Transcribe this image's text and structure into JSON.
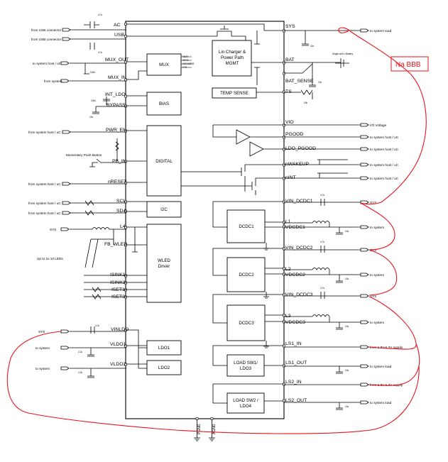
{
  "chip_pins_left": [
    {
      "id": "ac",
      "label": "AC"
    },
    {
      "id": "usb",
      "label": "USB"
    },
    {
      "id": "mux_out",
      "label": "MUX_OUT"
    },
    {
      "id": "mux_in",
      "label": "MUX_IN"
    },
    {
      "id": "int_ldo",
      "label": "INT_LDO"
    },
    {
      "id": "bypass",
      "label": "BYPASS"
    },
    {
      "id": "pwr_en",
      "label": "PWR_EN"
    },
    {
      "id": "pb_in",
      "label": "PB_IN"
    },
    {
      "id": "nreset",
      "label": "nRESET"
    },
    {
      "id": "scl",
      "label": "SCL"
    },
    {
      "id": "sda",
      "label": "SDA"
    },
    {
      "id": "l4",
      "label": "L4"
    },
    {
      "id": "fb_wled",
      "label": "FB_WLED"
    },
    {
      "id": "isink1",
      "label": "ISINK1"
    },
    {
      "id": "isink2",
      "label": "ISINK2"
    },
    {
      "id": "iset1",
      "label": "ISET1"
    },
    {
      "id": "iset2",
      "label": "ISET2"
    },
    {
      "id": "vinldo",
      "label": "VINLDO"
    },
    {
      "id": "vldo1",
      "label": "VLDO1"
    },
    {
      "id": "vldo2",
      "label": "VLDO2"
    }
  ],
  "chip_pins_right": [
    {
      "id": "sys",
      "label": "SYS"
    },
    {
      "id": "bat",
      "label": "BAT"
    },
    {
      "id": "bat_sense",
      "label": "BAT_SENSE"
    },
    {
      "id": "ts",
      "label": "TS"
    },
    {
      "id": "vio",
      "label": "VIO"
    },
    {
      "id": "pgood",
      "label": "PGOOD"
    },
    {
      "id": "ldo_pgood",
      "label": "LDO_PGOOD"
    },
    {
      "id": "nwakeup",
      "label": "nWAKEUP"
    },
    {
      "id": "nint",
      "label": "nINT"
    },
    {
      "id": "vin_dcdc1",
      "label": "VIN_DCDC1"
    },
    {
      "id": "l1",
      "label": "L1"
    },
    {
      "id": "vdcdc1",
      "label": "VDCDC1"
    },
    {
      "id": "vin_dcdc2",
      "label": "VIN_DCDC2"
    },
    {
      "id": "l2",
      "label": "L2"
    },
    {
      "id": "vdcdc2",
      "label": "VDCDC2"
    },
    {
      "id": "vin_dcdc3",
      "label": "VIN_DCDC3"
    },
    {
      "id": "l3",
      "label": "L3"
    },
    {
      "id": "vdcdc3",
      "label": "VDCDC3"
    },
    {
      "id": "ls1_in",
      "label": "LS1_IN"
    },
    {
      "id": "ls1_out",
      "label": "LS1_OUT"
    },
    {
      "id": "ls2_in",
      "label": "LS2_IN"
    },
    {
      "id": "ls2_out",
      "label": "LS2_OUT"
    }
  ],
  "chip_pins_bottom": [
    {
      "id": "pgnd",
      "label": "PGND"
    },
    {
      "id": "agnd",
      "label": "AGND"
    }
  ],
  "blocks": {
    "mux": "MUX",
    "charger_lines": [
      "Lin Charger &",
      "Power Path",
      "MGMT"
    ],
    "temp_sense": "TEMP SENSE",
    "bias": "BIAS",
    "digital": "DIGITAL",
    "i2c": "I2C",
    "wled_lines": [
      "WLED",
      "Driver"
    ],
    "dcdc1": "DCDC1",
    "dcdc2": "DCDC2",
    "dcdc3": "DCDC3",
    "ldo1": "LDO1",
    "ldo2": "LDO2",
    "load_sw1_lines": [
      "LOAD SW1/",
      "LDO3"
    ],
    "load_sw2_lines": [
      "LOAD SW2 /",
      "LDO4"
    ]
  },
  "mux_inputs": [
    "VBAT",
    "VSYS",
    "VICHARGE",
    "VTS"
  ],
  "external_left": {
    "from_usb_1": "from USB connector",
    "from_usb_2": "from USB connector",
    "to_host_mux": "to system host / uC",
    "from_system": "from system",
    "from_host_pwr": "from system host / uC",
    "momentary": "Momentary Push Button",
    "from_host_nreset": "from system host / uC",
    "from_host_scl": "from system host / uC",
    "from_host_sda": "from system host / uC",
    "sys_l4": "SYS",
    "leds": "Up to 2x 10 LEDs",
    "sys_vinldo": "SYS",
    "to_system_ldo1": "to system",
    "to_system_ldo2": "to system"
  },
  "external_right": {
    "to_system_load": "to system load",
    "single_cell": "Single cell Li-Battery",
    "io_voltage": "I/O Voltage",
    "to_host_pgood": "to system host / uC",
    "to_host_ldo_pgood": "to system host / uC",
    "to_host_nwakeup": "to system host / uC",
    "to_host_nint": "to system host / uC",
    "sys_1": "SYS",
    "to_system_1": "to system",
    "sys_2": "SYS",
    "to_system_2": "to system",
    "sys_3": "SYS",
    "to_system_3": "to system",
    "from_supply_1": "from 1.8V-6.3V supply",
    "to_system_load_1": "to system load",
    "from_supply_2": "from 1.8V-6.3V supply",
    "to_system_load_2": "to system load"
  },
  "annotation": {
    "note": "Na BBB"
  },
  "component_values": {
    "c_ac": "4.7u",
    "c_usb": "4.7u",
    "c_mux": "100n",
    "c_intldo": "100n",
    "c_bypass": "10u",
    "c_sys": "22u",
    "c_bat": "10u",
    "r_ts": "10k",
    "c_vin1": "4.7u",
    "c_vout1": "10u",
    "c_vin2": "4.7u",
    "c_vout2": "10u",
    "c_vin3": "4.7u",
    "c_vout3": "10u",
    "c_vinldo": "4.7u",
    "c_ldo1": "2.2u",
    "c_ldo2": "2.2u",
    "c_ls1": "10u",
    "c_ls2": "10u"
  },
  "colors": {
    "annotation": "#e8141e",
    "wire": "#000000",
    "background": "#ffffff"
  }
}
